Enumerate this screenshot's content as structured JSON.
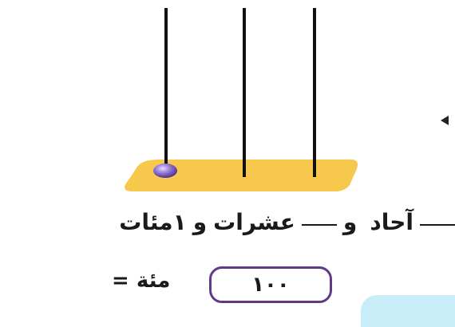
{
  "place_value_text": {
    "ones": "آحاد",
    "and1": "و",
    "tens": "عشرات",
    "and2": "و",
    "hundreds": "١مئات"
  },
  "equation": {
    "word": "مئة",
    "equals": "=",
    "answer": "١٠٠"
  },
  "colors": {
    "base": "#f6c94c",
    "bead": "#8a6fd1",
    "answer_border": "#5e3a87",
    "corner_tab": "#c8ecf8"
  },
  "bead_counts": {
    "hundreds": 1,
    "tens": 0,
    "ones": 0
  }
}
